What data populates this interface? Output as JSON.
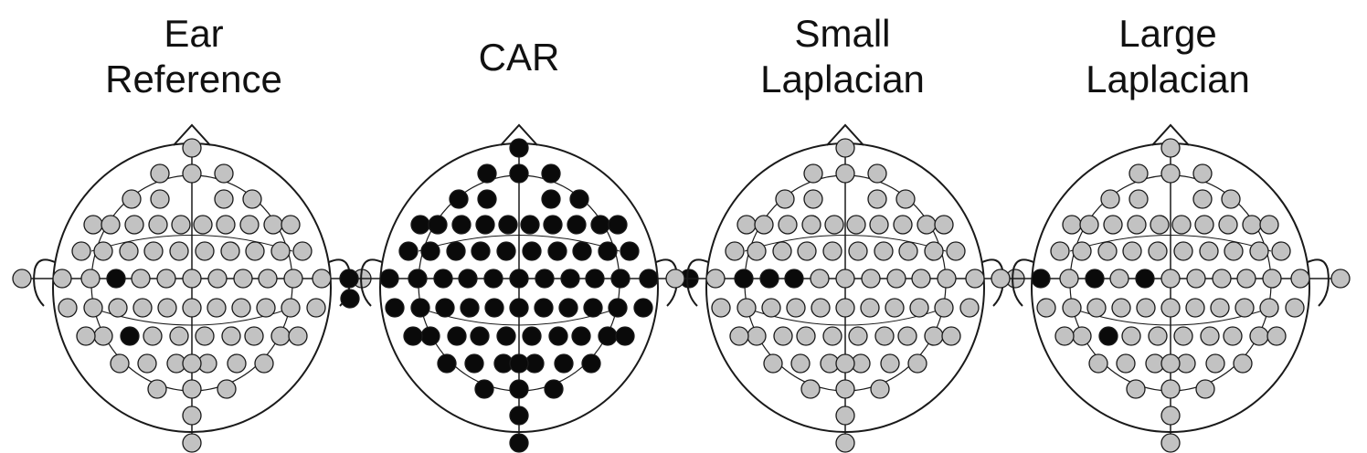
{
  "colors": {
    "active": "#0a0a0a",
    "inactive": "#c2c2c2",
    "line": "#1a1a1a"
  },
  "panels": [
    {
      "title": [
        "Ear",
        "Reference"
      ],
      "scheme": "ear"
    },
    {
      "title": [
        "CAR"
      ],
      "scheme": "car"
    },
    {
      "title": [
        "Small",
        "Laplacian"
      ],
      "scheme": "small"
    },
    {
      "title": [
        "Large",
        "Laplacian"
      ],
      "scheme": "large"
    }
  ]
}
